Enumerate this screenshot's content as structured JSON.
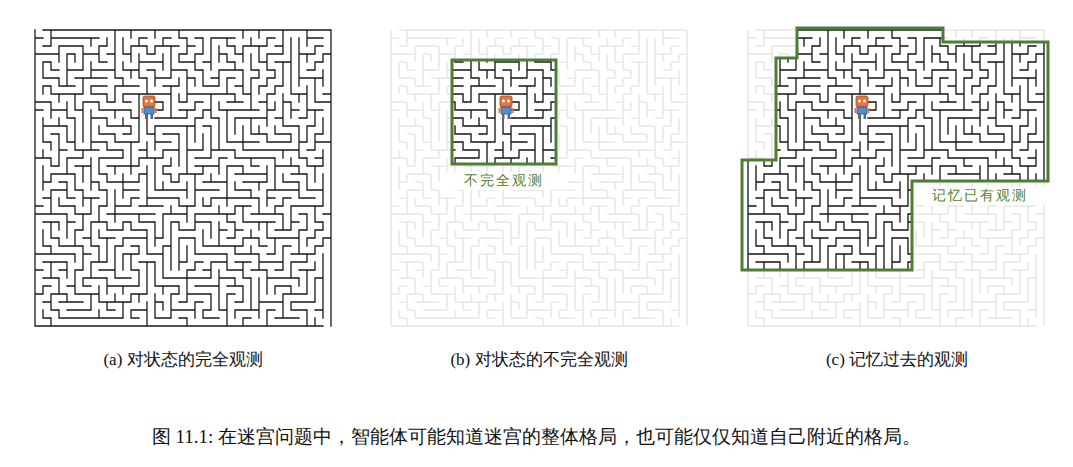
{
  "diagram": {
    "caption": "图 11.1: 在迷宫问题中，智能体可能知道迷宫的整体格局，也可能仅仅知道自己附近的格局。",
    "nodes": [
      {
        "text": [
          "不完全观测"
        ]
      },
      {
        "text": [
          "记忆已有观测"
        ]
      }
    ],
    "labels": [
      "(a) 对状态的完全观测",
      "(b) 对状态的不完全观测",
      "(c) 记忆过去的观测"
    ]
  }
}
